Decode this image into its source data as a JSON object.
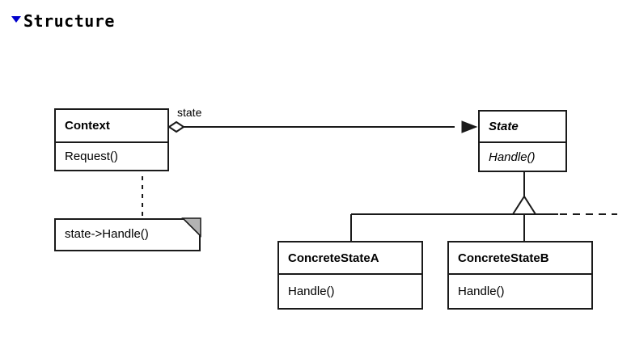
{
  "section": {
    "title": "Structure",
    "disclosure_icon": "triangle-down-icon",
    "disclosure_color": "#0000cc",
    "expanded": true
  },
  "diagram": {
    "kind": "uml-class-diagram",
    "pattern": "State",
    "background": "#ffffff",
    "line_color": "#1a1a1a",
    "classes": [
      {
        "id": "context",
        "name": "Context",
        "abstract": false,
        "operations": [
          "Request()"
        ],
        "has_note_anchor": true
      },
      {
        "id": "state",
        "name": "State",
        "abstract": true,
        "operations": [
          "Handle()"
        ]
      },
      {
        "id": "concrete_a",
        "name": "ConcreteStateA",
        "abstract": false,
        "operations": [
          "Handle()"
        ]
      },
      {
        "id": "concrete_b",
        "name": "ConcreteStateB",
        "abstract": false,
        "operations": [
          "Handle()"
        ]
      }
    ],
    "note": {
      "text": "state->Handle()",
      "attached_to": "Context::Request()",
      "fold_color": "#b3b3b3"
    },
    "relationships": [
      {
        "type": "aggregation",
        "from": "Context",
        "to": "State",
        "label": "state",
        "source_decoration": "hollow-diamond",
        "target_decoration": "filled-arrow"
      },
      {
        "type": "generalization",
        "from": "ConcreteStateA",
        "to": "State",
        "target_decoration": "hollow-triangle"
      },
      {
        "type": "generalization",
        "from": "ConcreteStateB",
        "to": "State",
        "target_decoration": "hollow-triangle"
      },
      {
        "type": "dependency",
        "from": "Context::Request()",
        "to": "note",
        "style": "dashed"
      }
    ],
    "continuation": {
      "style": "dashed",
      "meaning": "more subclasses"
    }
  }
}
